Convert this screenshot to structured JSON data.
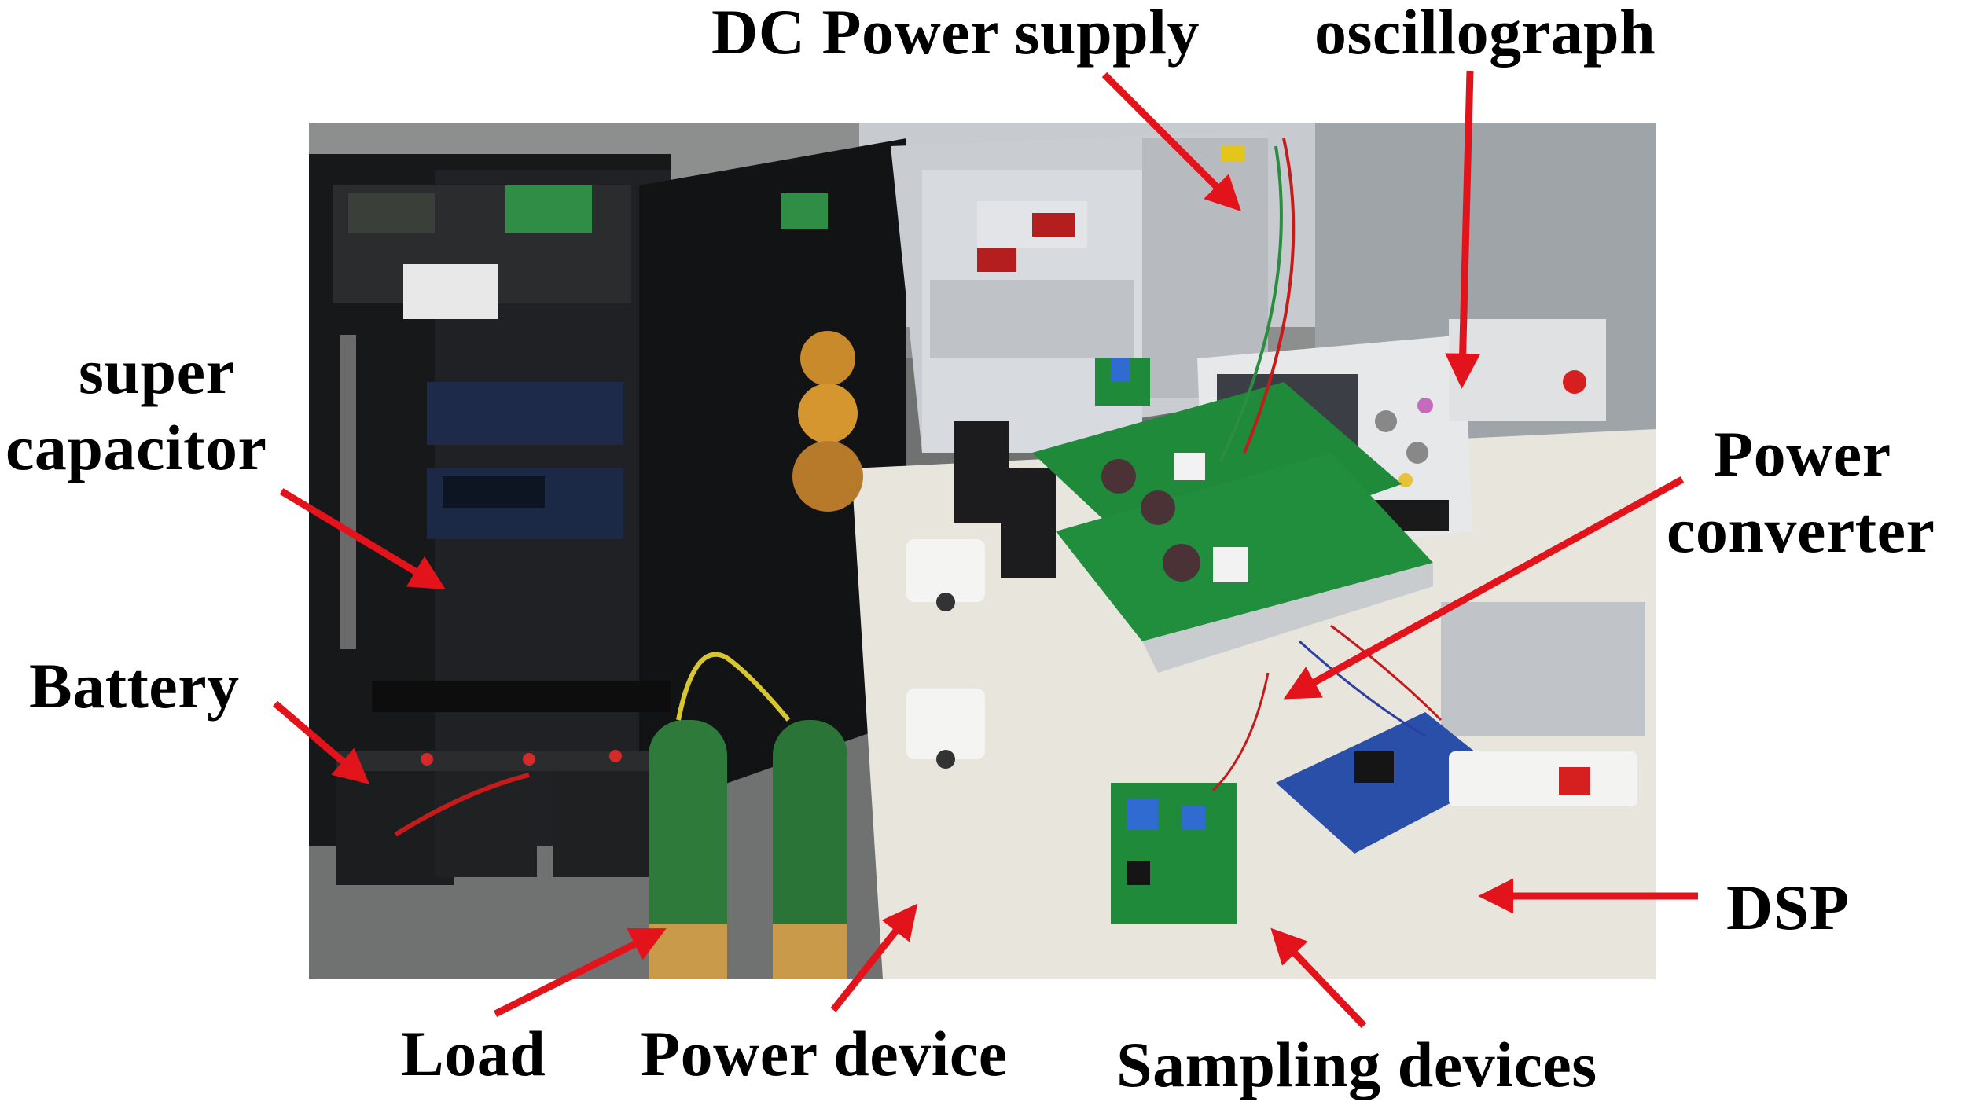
{
  "labels": {
    "dc_power_supply": "DC Power supply",
    "oscillograph": "oscillograph",
    "super_capacitor_line1": "super",
    "super_capacitor_line2": "capacitor",
    "power_converter_line1": "Power",
    "power_converter_line2": "converter",
    "battery": "Battery",
    "dsp": "DSP",
    "load": "Load",
    "power_device": "Power device",
    "sampling_devices": "Sampling devices"
  },
  "colors": {
    "arrow": "#e3131b",
    "label_text": "#000000",
    "pcb_green": "#1f8a3a",
    "floor": "#6e716f",
    "cabinet": "#1a1b1d",
    "bench": "#e9e6dd"
  }
}
